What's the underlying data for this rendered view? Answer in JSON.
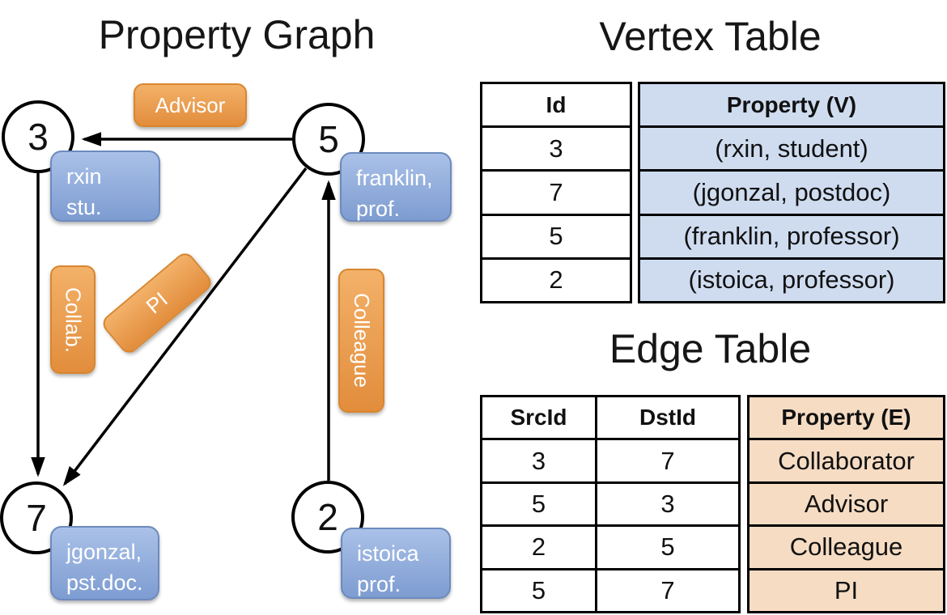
{
  "graph": {
    "title": "Property Graph",
    "nodes": [
      {
        "id": "3",
        "property": "rxin\nstu."
      },
      {
        "id": "5",
        "property": "franklin,\nprof."
      },
      {
        "id": "7",
        "property": "jgonzal,\npst.doc."
      },
      {
        "id": "2",
        "property": "istoica\nprof."
      }
    ],
    "edge_labels": {
      "advisor": "Advisor",
      "collab": "Collab.",
      "pi": "PI",
      "colleague": "Colleague"
    }
  },
  "vertex_table": {
    "title": "Vertex Table",
    "col_id": "Id",
    "col_property": "Property (V)",
    "rows": [
      [
        "3",
        "(rxin, student)"
      ],
      [
        "7",
        "(jgonzal, postdoc)"
      ],
      [
        "5",
        "(franklin, professor)"
      ],
      [
        "2",
        "(istoica, professor)"
      ]
    ]
  },
  "edge_table": {
    "title": "Edge Table",
    "col_src": "SrcId",
    "col_dst": "DstId",
    "col_property": "Property (E)",
    "rows": [
      [
        "3",
        "7",
        "Collaborator"
      ],
      [
        "5",
        "3",
        "Advisor"
      ],
      [
        "2",
        "5",
        "Colleague"
      ],
      [
        "5",
        "7",
        "PI"
      ]
    ]
  },
  "colors": {
    "edge_label_fill": "#eda04f",
    "vertex_label_fill": "#8fadda",
    "vertex_table_fill": "#cfdcf0",
    "edge_table_fill": "#f5dcc3",
    "line": "#000000"
  }
}
